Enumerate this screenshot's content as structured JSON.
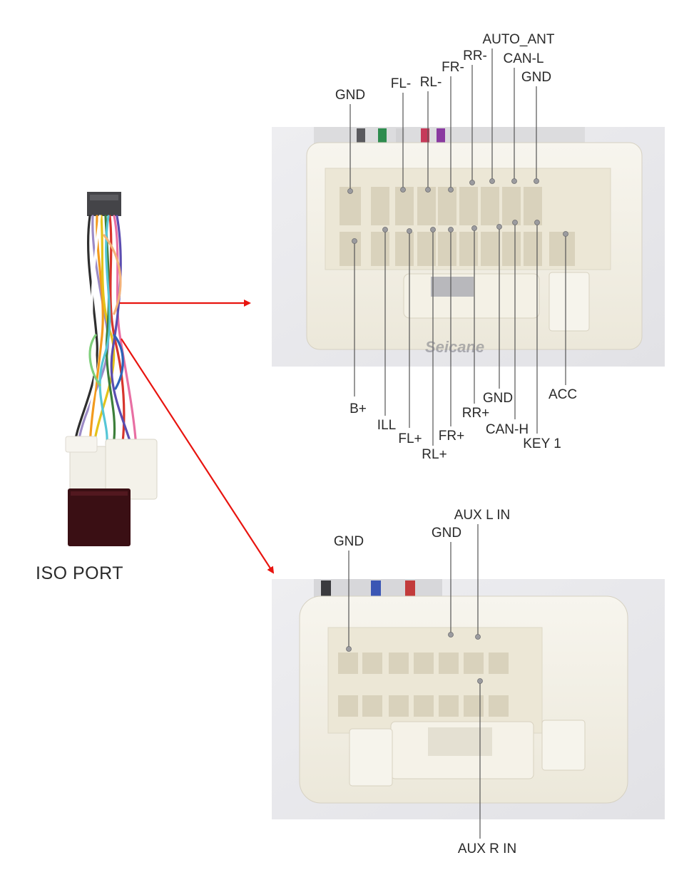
{
  "title": "ISO PORT",
  "watermark": "Seicane",
  "colors": {
    "arrow": "#e8140f",
    "leader": "#555555",
    "connector_body": "#f1eee4",
    "photo_background": "#e9e9ec",
    "harness_box": "#3a0f14"
  },
  "main_connector": {
    "top_pins": [
      "GND",
      "FL-",
      "RL-",
      "FR-",
      "RR-",
      "AUTO_ANT",
      "CAN-L",
      "GND"
    ],
    "bottom_pins": [
      "B+",
      "ILL",
      "FL+",
      "RL+",
      "FR+",
      "RR+",
      "GND",
      "CAN-H",
      "KEY 1",
      "ACC"
    ]
  },
  "aux_connector": {
    "top_pins": [
      "GND",
      "GND",
      "AUX L IN"
    ],
    "bottom_pins": [
      "AUX R IN"
    ]
  }
}
